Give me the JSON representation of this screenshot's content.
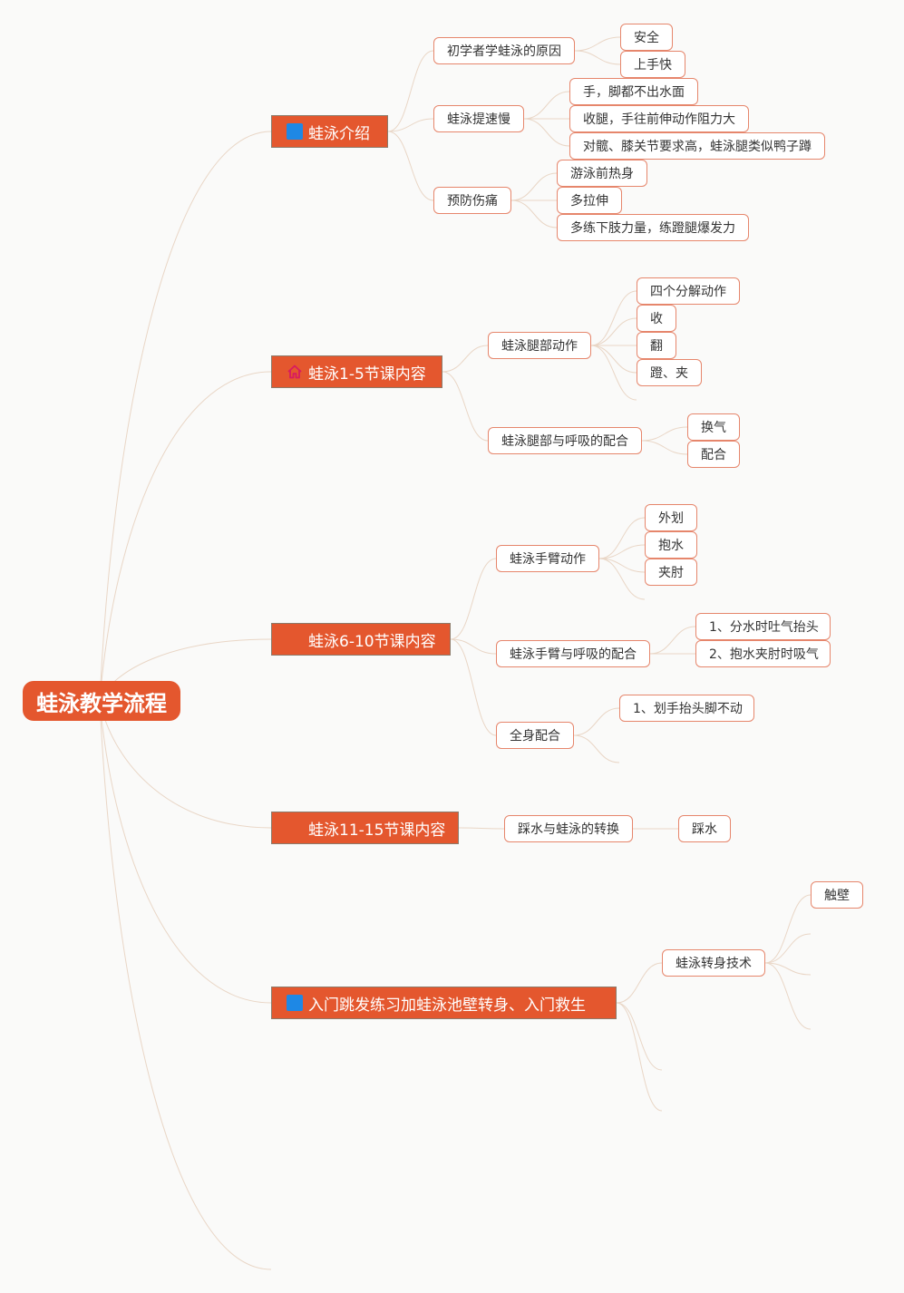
{
  "root": "蛙泳教学流程",
  "branches": [
    {
      "title": "蛙泳介绍",
      "icon": "blue-square-icon",
      "children": [
        {
          "label": "初学者学蛙泳的原因",
          "children": [
            "安全",
            "上手快"
          ]
        },
        {
          "label": "蛙泳提速慢",
          "children": [
            "手，脚都不出水面",
            "收腿，手往前伸动作阻力大",
            "对髋、膝关节要求高，蛙泳腿类似鸭子蹲"
          ]
        },
        {
          "label": "预防伤痛",
          "children": [
            "游泳前热身",
            "多拉伸",
            "多练下肢力量，练蹬腿爆发力"
          ]
        }
      ]
    },
    {
      "title": "蛙泳1-5节课内容",
      "icon": "house-icon",
      "children": [
        {
          "label": "蛙泳腿部动作",
          "children": [
            "四个分解动作",
            "收",
            "翻",
            "蹬、夹"
          ]
        },
        {
          "label": "蛙泳腿部与呼吸的配合",
          "children": [
            "换气",
            "配合"
          ]
        }
      ]
    },
    {
      "title": "蛙泳6-10节课内容",
      "icon": "",
      "children": [
        {
          "label": "蛙泳手臂动作",
          "children": [
            "外划",
            "抱水",
            "夹肘"
          ]
        },
        {
          "label": "蛙泳手臂与呼吸的配合",
          "children": [
            "1、分水时吐气抬头",
            "2、抱水夹肘时吸气"
          ]
        },
        {
          "label": "全身配合",
          "children": [
            "1、划手抬头脚不动"
          ]
        }
      ]
    },
    {
      "title": "蛙泳11-15节课内容",
      "icon": "",
      "children": [
        {
          "label": "踩水与蛙泳的转换",
          "children": [
            "踩水"
          ]
        }
      ]
    },
    {
      "title": "入门跳发练习加蛙泳池壁转身、入门救生",
      "icon": "blue-square-icon",
      "children": [
        {
          "label": "蛙泳转身技术",
          "children": [
            "触壁"
          ]
        }
      ]
    }
  ]
}
